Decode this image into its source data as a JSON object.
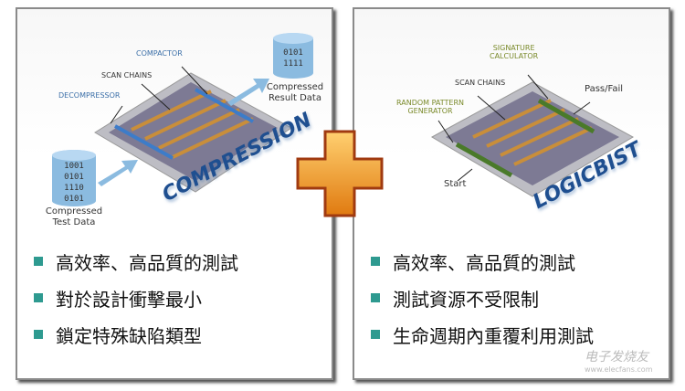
{
  "left_panel": {
    "labels": {
      "compactor": "COMPACTOR",
      "scan_chains": "SCAN CHAINS",
      "decompressor": "DECOMPRESSOR"
    },
    "input_data": {
      "bits": [
        "1001",
        "0101",
        "1110",
        "0101"
      ],
      "caption_line1": "Compressed",
      "caption_line2": "Test Data"
    },
    "output_data": {
      "bits": [
        "0101",
        "1111"
      ],
      "caption_line1": "Compressed",
      "caption_line2": "Result Data"
    },
    "title": "COMPRESSION",
    "bullets": [
      "高效率、高品質的測試",
      "對於設計衝擊最小",
      "鎖定特殊缺陷類型"
    ]
  },
  "right_panel": {
    "labels": {
      "signature_line1": "SIGNATURE",
      "signature_line2": "CALCULATOR",
      "scan_chains": "SCAN CHAINS",
      "rpg_line1": "RANDOM PATTERN",
      "rpg_line2": "GENERATOR",
      "pass_fail": "Pass/Fail",
      "start": "Start"
    },
    "title": "LOGICBIST",
    "bullets": [
      "高效率、高品質的測試",
      "測試資源不受限制",
      "生命週期內重覆利用測試"
    ]
  },
  "watermark": {
    "name": "电子发烧友",
    "url": "www.elecfans.com"
  },
  "colors": {
    "bullet": "#2e9a90",
    "compression_bar": "#3d7cc9",
    "bist_bar": "#4a7a2a",
    "plus": "#f0a020"
  }
}
